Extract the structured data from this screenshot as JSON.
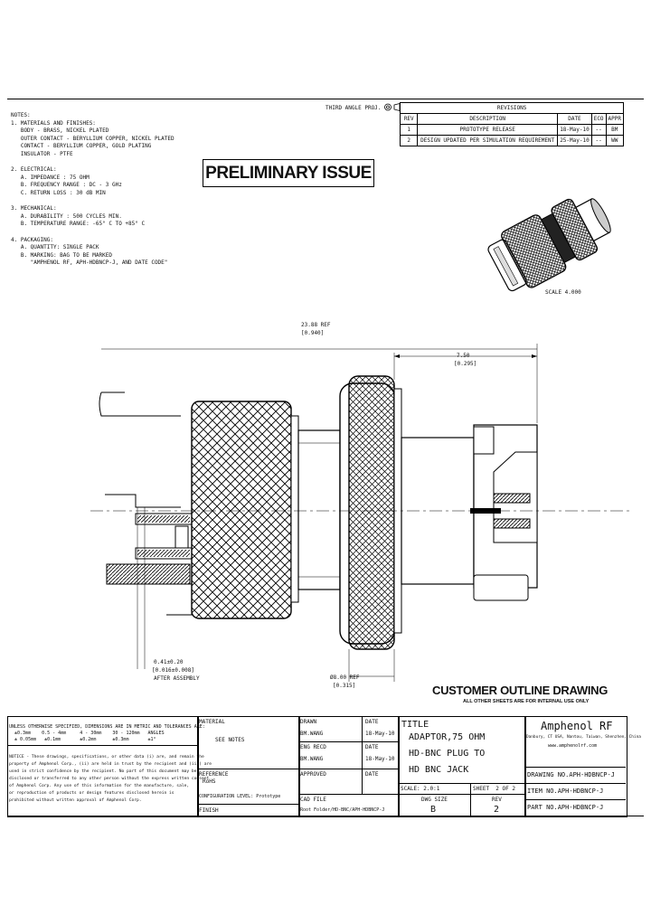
{
  "header": {
    "projection": "THIRD ANGLE PROJ."
  },
  "revisions": {
    "title": "REVISIONS",
    "columns": [
      "REV",
      "DESCRIPTION",
      "DATE",
      "ECO",
      "APPR"
    ],
    "rows": [
      {
        "rev": "1",
        "desc": "PROTOTYPE RELEASE",
        "date": "18-May-10",
        "eco": "--",
        "appr": "BM"
      },
      {
        "rev": "2",
        "desc": "DESIGN UPDATED PER SIMULATION REQUIREMENT",
        "date": "25-May-10",
        "eco": "--",
        "appr": "WW"
      }
    ]
  },
  "notes": [
    "NOTES:",
    "1. MATERIALS AND FINISHES:",
    "   BODY - BRASS, NICKEL PLATED",
    "   OUTER CONTACT - BERYLLIUM COPPER, NICKEL PLATED",
    "   CONTACT - BERYLLIUM COPPER, GOLD PLATING",
    "   INSULATOR - PTFE",
    "",
    "2. ELECTRICAL:",
    "   A. IMPEDANCE : 75 OHM",
    "   B. FREQUENCY RANGE : DC - 3 GHz",
    "   C. RETURN LOSS : 30 dB MIN",
    "",
    "3. MECHANICAL:",
    "   A. DURABILITY : 500 CYCLES MIN.",
    "   B. TEMPERATURE RANGE: -65° C TO +85° C",
    "",
    "4. PACKAGING:",
    "   A. QUANTITY: SINGLE PACK",
    "   B. MARKING: BAG TO BE MARKED",
    "      \"AMPHENOL RF, APH-HDBNCP-J, AND DATE CODE\""
  ],
  "preliminary": "PRELIMINARY ISSUE",
  "scale_label": "SCALE 4.000",
  "dimensions": {
    "overall_mm": "23.88 REF",
    "overall_in": "[0.940]",
    "length_mm": "7.50",
    "length_in": "[0.295]",
    "dia_mm": "0.41±0.20",
    "dia_in": "[0.016±0.008]",
    "dia_note": "AFTER ASSEMBLY",
    "body_mm": "Ø8.00 REF",
    "body_in": "[0.315]"
  },
  "customer_outline": "CUSTOMER OUTLINE DRAWING",
  "internal_note": "ALL OTHER SHEETS ARE FOR INTERNAL USE ONLY",
  "title_block": {
    "tolerance_lines": [
      "UNLESS OTHERWISE SPECIFIED, DIMENSIONS ARE IN METRIC AND TOLERANCES ARE:",
      "  ±0.3mm    0.5 - 4mm     4 - 30mm    30 - 120mm   ANGLES",
      "  ± 0.05mm   ±0.1mm       ±0.2mm      ±0.3mm       ±1°"
    ],
    "notice_lines": [
      "NOTICE - These drawings, specifications, or other data (i) are, and remain the",
      "property of Amphenol Corp., (ii) are held in trust by the recipient and (iii) are",
      "used in strict confidence by the recipient. No part of this document may be",
      "disclosed or transferred to any other person without the express written consent",
      "of Amphenol Corp. Any use of this information for the manufacture, sale,",
      "or reproduction of products or design features disclosed herein is",
      "prohibited without written approval of Amphenol Corp."
    ],
    "material_label": "MATERIAL",
    "material_value": "SEE NOTES",
    "reference_label": "REFERENCE",
    "reference_value": "RoHS",
    "configuration": "CONFIGURATION LEVEL: Prototype",
    "finish_label": "FINISH",
    "drawn_label": "DRAWN",
    "drawn_by": "BM.WANG",
    "drawn_date_label": "DATE",
    "drawn_date": "18-May-10",
    "eng_label": "ENG RECD",
    "eng_by": "BM.WANG",
    "eng_date_label": "DATE",
    "eng_date": "18-May-10",
    "approved_label": "APPROVED",
    "approved_date_label": "DATE",
    "cad_label": "CAD FILE",
    "cad_value": "Root Folder/HD-BNC/APH-HDBNCP-J",
    "title_label": "TITLE",
    "title_lines": [
      "ADAPTOR,75 OHM",
      "HD-BNC PLUG TO",
      "HD BNC JACK"
    ],
    "scale": "SCALE: 2.0:1",
    "sheet": "SHEET  2 OF 2",
    "dwg_size_label": "DWG SIZE",
    "dwg_size": "B",
    "rev_label": "REV",
    "rev": "2",
    "company": "Amphenol RF",
    "address": "Danbury, CT USA, Nantou, Taiwan, Shenzhen, China",
    "website": "www.amphenolrf.com",
    "drawing_no": "DRAWING NO.APH-HDBNCP-J",
    "item_no": "ITEM NO.APH-HDBNCP-J",
    "part_no": "PART NO.APH-HDBNCP-J"
  }
}
